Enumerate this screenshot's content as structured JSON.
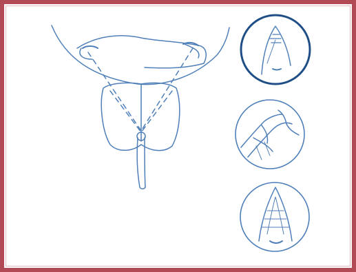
{
  "figure": {
    "colors": {
      "frame_border": "#b24a55",
      "line_art": "#4f7fb8",
      "inset_highlight": "#1f4f86",
      "background": "#ffffff"
    },
    "insets": [
      {
        "name": "inset-top",
        "highlighted": true
      },
      {
        "name": "inset-middle",
        "highlighted": false
      },
      {
        "name": "inset-bottom",
        "highlighted": false
      }
    ]
  }
}
